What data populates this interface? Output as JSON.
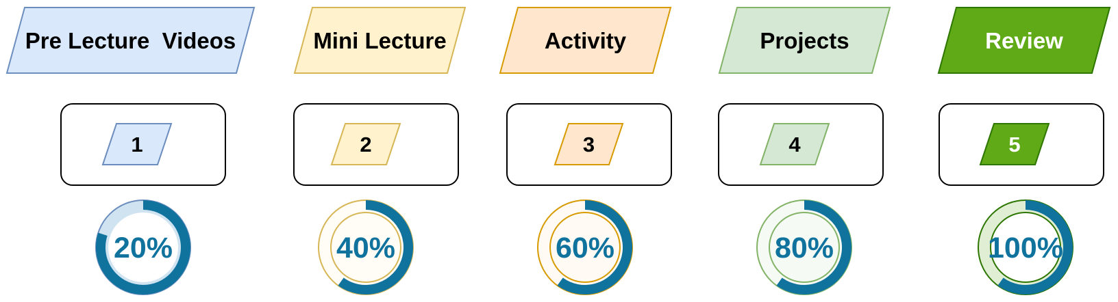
{
  "stages": [
    {
      "title": "Pre Lecture  Videos",
      "number": "1",
      "percent_label": "20%",
      "progress": 0.8,
      "fill": "#dae8fc",
      "stroke": "#6c8ebf",
      "text_color": "#000000",
      "ring_track": "#d0e3f0",
      "ring_inner": "#ffffff",
      "ring_inner_stroke": "none"
    },
    {
      "title": "Mini Lecture",
      "number": "2",
      "percent_label": "40%",
      "progress": 0.6,
      "fill": "#fff2cc",
      "stroke": "#d6b656",
      "text_color": "#000000",
      "ring_track": "#fffdf6",
      "ring_inner": "#fffdf6",
      "ring_inner_stroke": "#d6b656"
    },
    {
      "title": "Activity",
      "number": "3",
      "percent_label": "60%",
      "progress": 0.6,
      "fill": "#ffe6cc",
      "stroke": "#d79b00",
      "text_color": "#000000",
      "ring_track": "#fffaf4",
      "ring_inner": "#fffaf4",
      "ring_inner_stroke": "#d79b00"
    },
    {
      "title": "Projects",
      "number": "4",
      "percent_label": "80%",
      "progress": 0.6,
      "fill": "#d5e8d4",
      "stroke": "#82b366",
      "text_color": "#000000",
      "ring_track": "#f6faf5",
      "ring_inner": "#f6faf5",
      "ring_inner_stroke": "#82b366"
    },
    {
      "title": "Review",
      "number": "5",
      "percent_label": "100%",
      "progress": 0.6,
      "fill": "#60a917",
      "stroke": "#2d7600",
      "text_color": "#ffffff",
      "ring_track": "#e0eed4",
      "ring_inner": "#ffffff",
      "ring_inner_stroke": "#2d7600"
    }
  ],
  "ring_bar_color": "#10739e",
  "number_box_stroke": "#000000"
}
